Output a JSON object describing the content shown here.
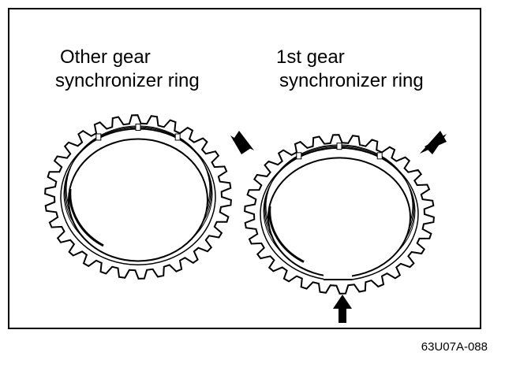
{
  "labels": {
    "other_gear_line1": "Other gear",
    "other_gear_line2": "synchronizer ring",
    "first_gear_line1": "1st gear",
    "first_gear_line2": "synchronizer ring"
  },
  "figure_code": "63U07A-088"
}
